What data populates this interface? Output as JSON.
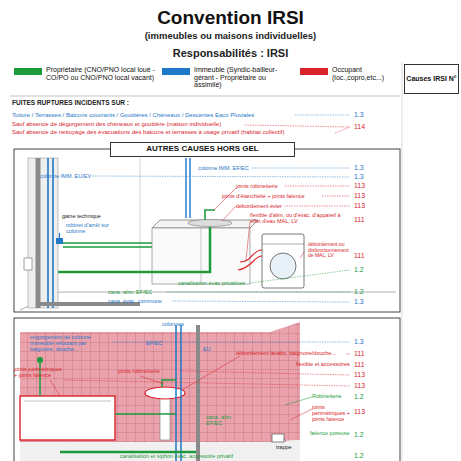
{
  "diagram": {
    "title": "Convention IRSI",
    "nodes": [
      {
        "text": [
          "Causes IRSI N°"
        ]
      },
      {
        "text": [
          "AUTRES CAUSES HORS GEL"
        ]
      }
    ],
    "labels": [
      "(immeubles ou maisons individuelles)",
      "Responsabilités : IRSI",
      "FUITES RUPTURES INCIDENTS SUR :",
      "Toiture / Terrasses / Balcons couvrants / Gouttières / Chéneaux / Descentes Eaux Pluviales",
      "1.3",
      "Sauf absence de dégorgement des chéneaux et gouttière (maison individuelle)",
      "114",
      "Sauf absence de nettoyage des évacuations des balcons et terrasses à usage privatif (habitat collectif)",
      "colonne IMM. EF/EC",
      "1.3",
      "colonne IMM. EU/EV",
      "1.3",
      "joints robinetterie",
      "113",
      "joints d'étanchéité + joints faïence",
      "113",
      "débordement évier",
      "113",
      "gaine technique",
      "flexible d'alim. ou d'évac. d'appareil à effet d'eau MAL, LV",
      "111",
      "robinet d'arrêt sur colonne",
      "débordement ou disfonctionnement de MAL, LV",
      "111",
      "canalisation évac privatives",
      "1.2",
      "cana. alim. EF/EC",
      "1.2",
      "cana. évac. commune",
      "1.3",
      "colonnes",
      "1.3",
      "engorgement de colonne immeuble refoulant par baignoire, douche...",
      "EF/EC",
      "EU",
      "débordement lavabo, baignoire/douche...",
      "111",
      "flexible et accessoires",
      "111",
      "joints périmétriques + joints faïence",
      "joints robinetterie",
      "113",
      "113",
      "Robinetterie",
      "1.2",
      "joints périmétriques + joints faïence",
      "113",
      "cana. alim. EF/EC",
      "trappe",
      "faïence poreuse",
      "1.2",
      "canalisation et siphon évac. accessoire privatif",
      "1.2"
    ],
    "legend": [
      {
        "text": "Propriétaire (CNO/PNO local loué - CO/PO ou CNO/PNO local vacant)",
        "color": "#1c9a3c"
      },
      {
        "text": "Immeuble (Syndic-bailleur-gérant - Propriétaire ou assimilé)",
        "color": "#1f78c8"
      },
      {
        "text": "Occupant (loc.,copro,etc...)",
        "color": "#d8232a"
      }
    ]
  }
}
